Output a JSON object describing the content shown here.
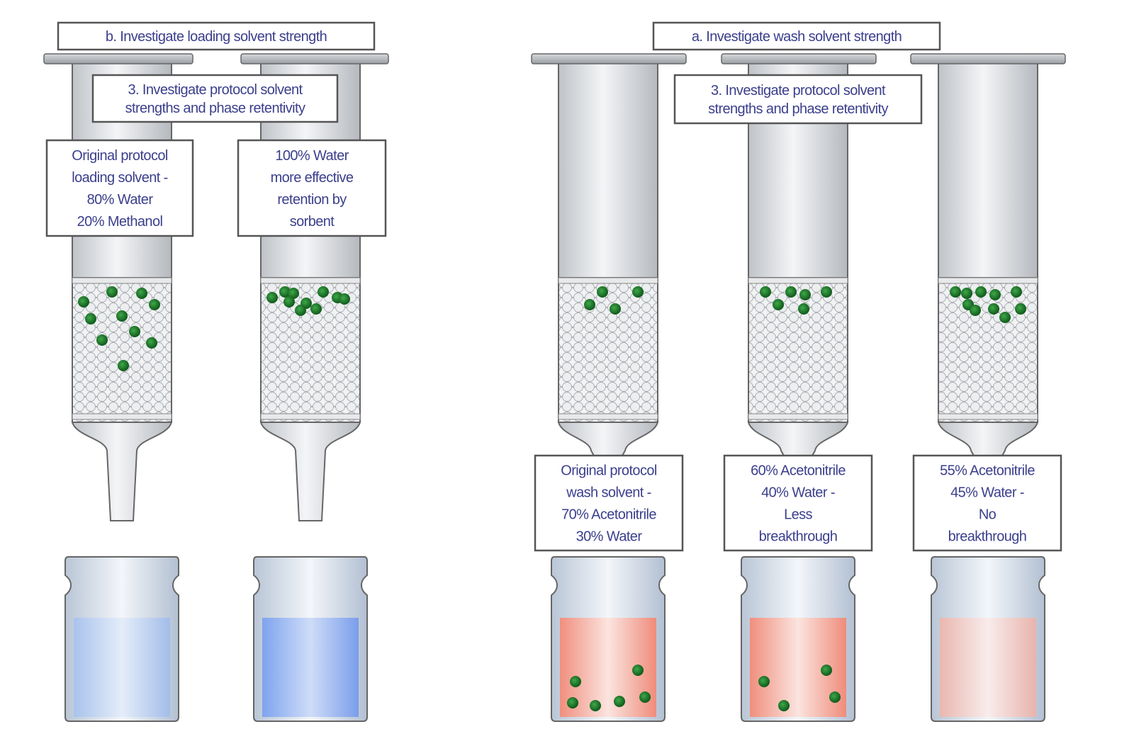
{
  "panel_b": {
    "title": "b. Investigate loading solvent strength",
    "step": [
      "3. Investigate protocol solvent",
      "strengths and phase retentivity"
    ],
    "cartridges": [
      {
        "label": [
          "Original protocol",
          "loading solvent -",
          "80% Water",
          "20% Methanol"
        ],
        "vial_liquid": "light-blue"
      },
      {
        "label": [
          "100% Water",
          "more effective",
          "retention by",
          "sorbent"
        ],
        "vial_liquid": "blue"
      }
    ]
  },
  "panel_a": {
    "title": "a. Investigate wash solvent strength",
    "step": [
      "3. Investigate protocol solvent",
      "strengths and phase retentivity"
    ],
    "cartridges": [
      {
        "label": [
          "Original protocol",
          "wash solvent -",
          "70% Acetonitrile",
          "30% Water"
        ],
        "vial_liquid": "red"
      },
      {
        "label": [
          "60% Acetonitrile",
          "40% Water -",
          "Less",
          "breakthrough"
        ],
        "vial_liquid": "red"
      },
      {
        "label": [
          "55% Acetonitrile",
          "45% Water -",
          "No",
          "breakthrough"
        ],
        "vial_liquid": "pale-red"
      }
    ]
  },
  "colors": {
    "text": "#3b3f8c",
    "analyte": "#1f7a2a",
    "blue_liquid": "#8fb0f0",
    "red_liquid": "#f29a8a"
  }
}
